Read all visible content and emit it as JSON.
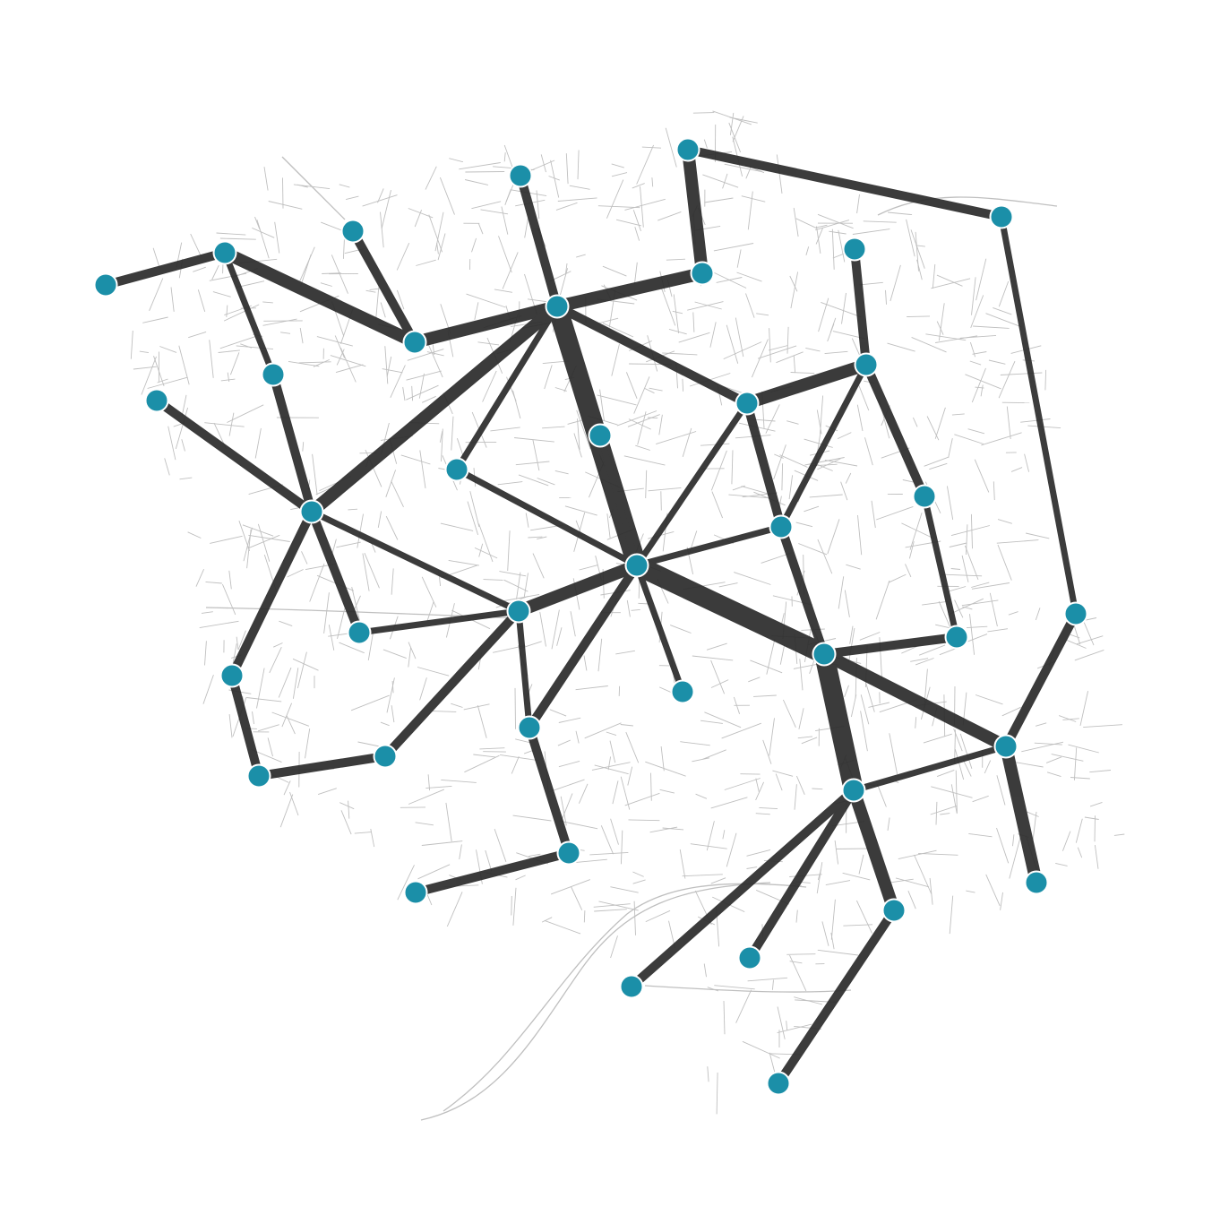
{
  "map": {
    "colors": {
      "background": "#ffffff",
      "streets": "#b5b5b5",
      "edges": "#2b2b2b",
      "node_fill": "#1b8fa8",
      "node_stroke": "#ffffff"
    },
    "edge_weight_levels": [
      "thin",
      "medium",
      "thick",
      "heavy"
    ]
  }
}
